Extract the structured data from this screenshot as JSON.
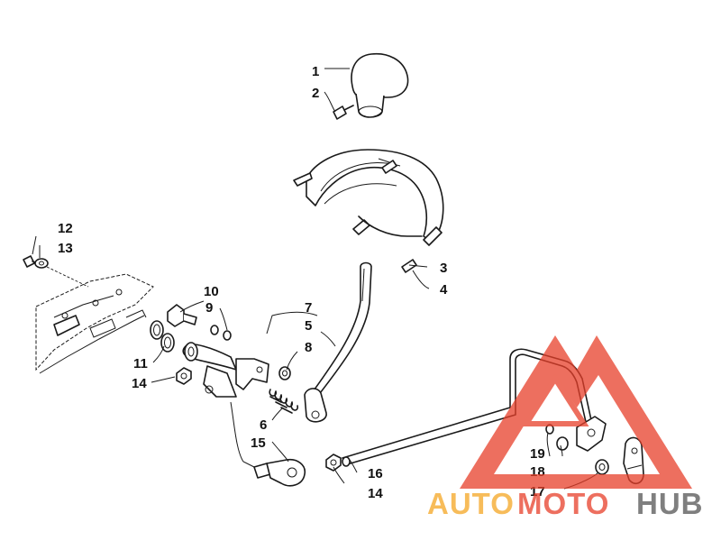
{
  "callouts": {
    "c1": "1",
    "c2": "2",
    "c3": "3",
    "c4": "4",
    "c5": "5",
    "c6": "6",
    "c7": "7",
    "c8": "8",
    "c9": "9",
    "c10": "10",
    "c11": "11",
    "c12": "12",
    "c13": "13",
    "c14a": "14",
    "c14b": "14",
    "c15": "15",
    "c16": "16",
    "c17": "17",
    "c18": "18",
    "c19": "19"
  },
  "watermark": {
    "auto": "AUTO",
    "moto": "MOTO",
    "hub": "HUB",
    "colors": {
      "auto": "#f5a623",
      "moto": "#e8402a",
      "hub": "#555555",
      "triangle": "#e8402a"
    }
  }
}
